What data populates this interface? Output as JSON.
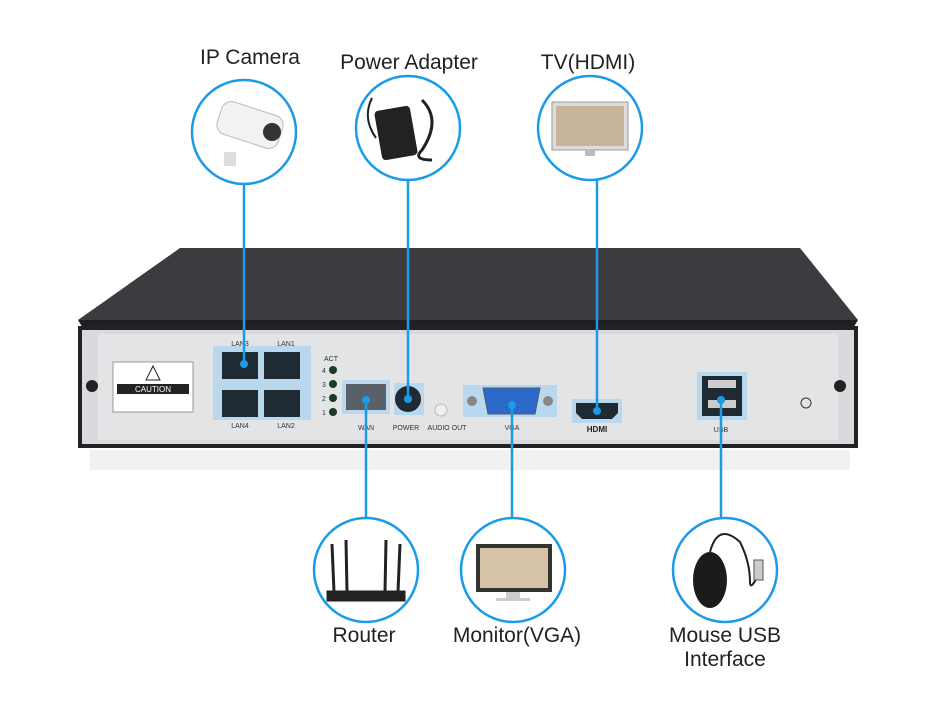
{
  "labels": {
    "ip_camera": "IP Camera",
    "power_adapter": "Power Adapter",
    "tv": "TV(HDMI)",
    "router": "Router",
    "monitor": "Monitor(VGA)",
    "mouse_line1": "Mouse USB",
    "mouse_line2": "Interface"
  },
  "panel": {
    "lan1": "LAN1",
    "lan2": "LAN2",
    "lan3": "LAN3",
    "lan4": "LAN4",
    "act": "ACT",
    "leds": [
      "4",
      "3",
      "2",
      "1"
    ],
    "wan": "WAN",
    "power": "POWER",
    "audio_out": "AUDIO OUT",
    "vga": "VGA",
    "hdmi": "HDMI",
    "usb": "USB",
    "caution": "CAUTION"
  },
  "colors": {
    "accent": "#1a9be8",
    "body": "#2e3033",
    "panel": "#dcdde0"
  }
}
